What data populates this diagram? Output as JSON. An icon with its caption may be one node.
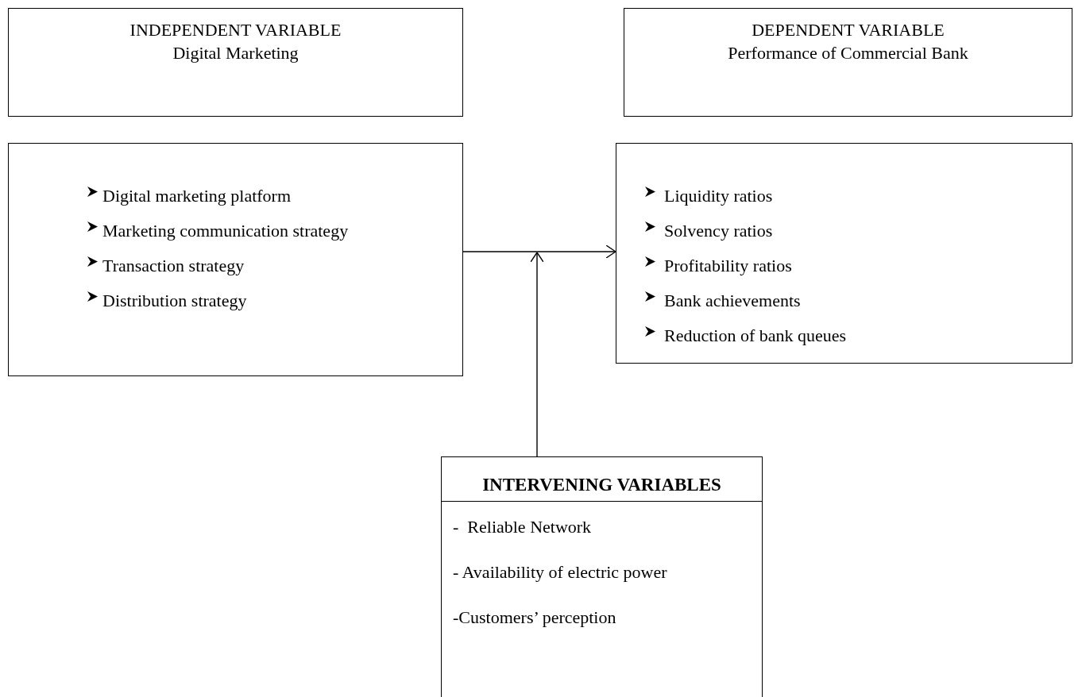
{
  "diagram": {
    "nodes": [
      {
        "text": [
          "INDEPENDENT VARIABLE",
          "Digital Marketing"
        ]
      },
      {
        "text": [
          "DEPENDENT VARIABLE",
          "Performance of Commercial Bank"
        ]
      },
      {
        "text": [
          "Digital marketing platform",
          "Marketing communication strategy",
          "Transaction strategy",
          "Distribution strategy"
        ]
      },
      {
        "text": [
          "Liquidity ratios",
          "Solvency ratios",
          "Profitability ratios",
          "Bank achievements",
          "Reduction of bank queues"
        ]
      },
      {
        "text": [
          "INTERVENING VARIABLES",
          "-  Reliable Network",
          "- Availability of electric power",
          "-Customers’ perception"
        ]
      }
    ],
    "edges": [
      {
        "from": 2,
        "to": 3,
        "arrow": "to"
      },
      {
        "from": 4,
        "to": null,
        "arrow": "to"
      }
    ]
  }
}
